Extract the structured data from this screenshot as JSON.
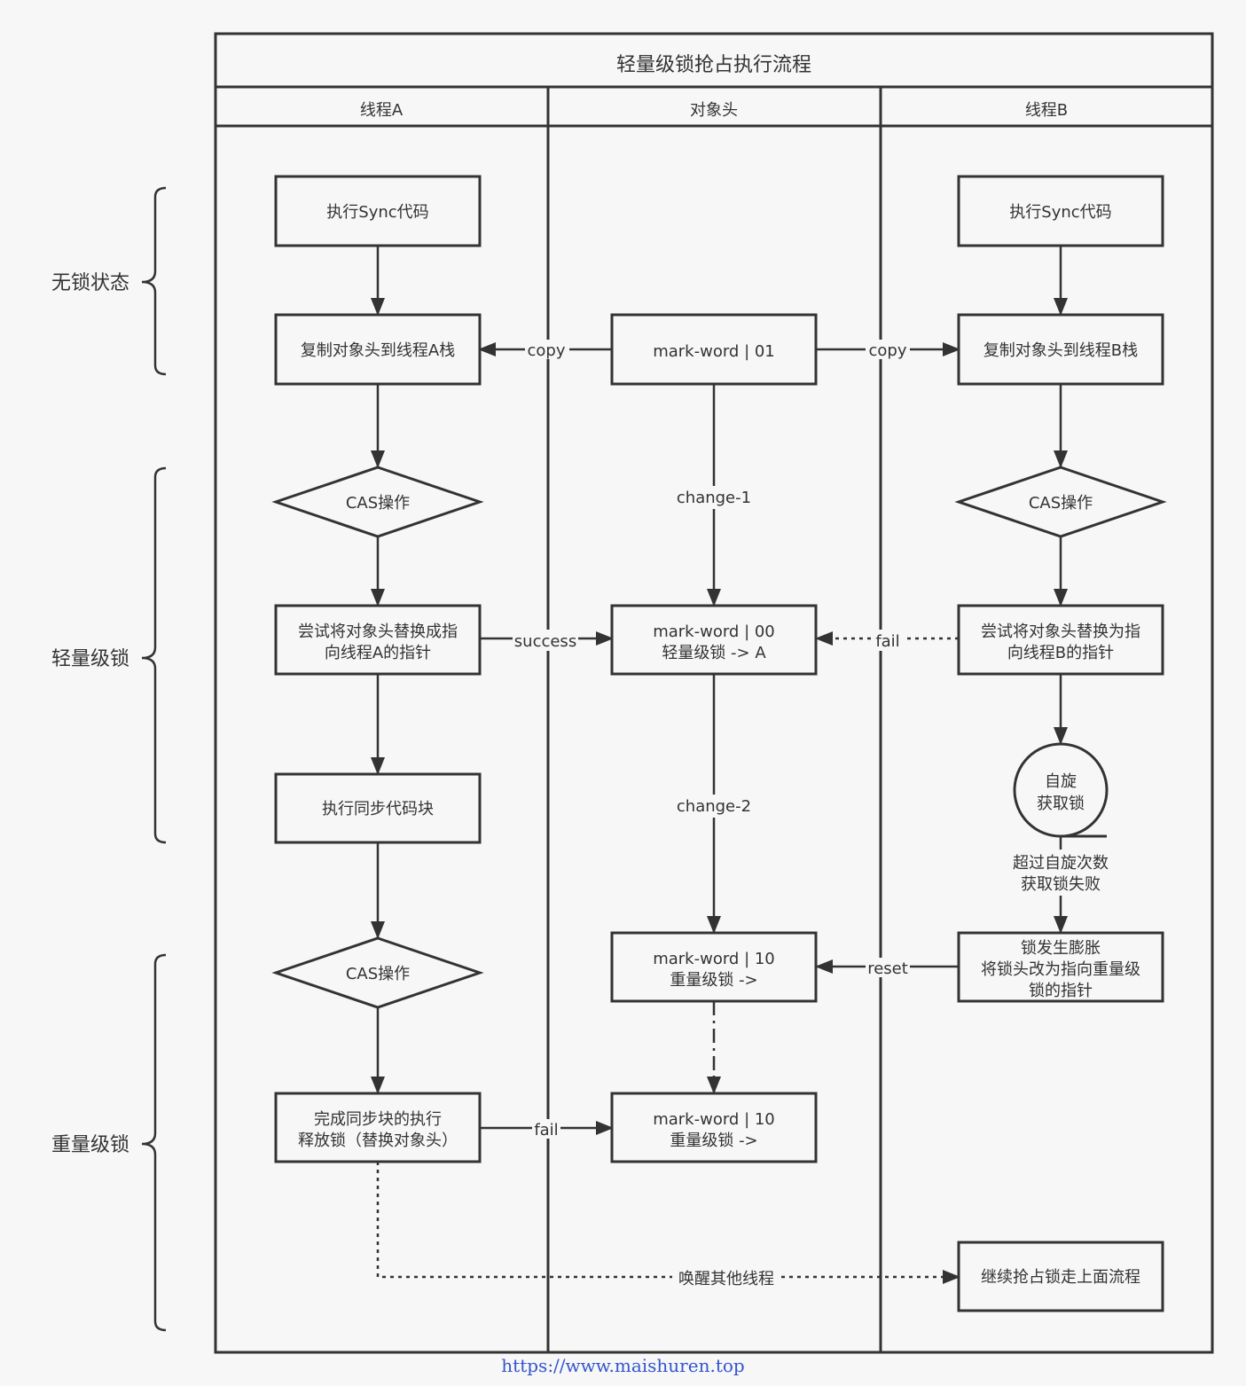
{
  "title": "轻量级锁抢占执行流程",
  "lanes": [
    "线程A",
    "对象头",
    "线程B"
  ],
  "phases": [
    "无锁状态",
    "轻量级锁",
    "重量级锁"
  ],
  "nodes": {
    "a_exec_sync": "执行Sync代码",
    "a_copy_header": "复制对象头到线程A栈",
    "a_cas_1": "CAS操作",
    "a_replace_1": "尝试将对象头替换成指",
    "a_replace_2": "向线程A的指针",
    "a_sync_block": "执行同步代码块",
    "a_cas_2": "CAS操作",
    "a_release_1": "完成同步块的执行",
    "a_release_2": "释放锁（替换对象头）",
    "mw01": "mark-word | 01",
    "mw00_1": "mark-word | 00",
    "mw00_2": "轻量级锁 -> A",
    "mw10a_1": "mark-word | 10",
    "mw10a_2": "重量级锁 ->",
    "mw10b_1": "mark-word | 10",
    "mw10b_2": "重量级锁 ->",
    "b_exec_sync": "执行Sync代码",
    "b_copy_header": "复制对象头到线程B栈",
    "b_cas": "CAS操作",
    "b_replace_1": "尝试将对象头替换为指",
    "b_replace_2": "向线程B的指针",
    "b_spin_1": "自旋",
    "b_spin_2": "获取锁",
    "b_inflate_1": "锁发生膨胀",
    "b_inflate_2": "将锁头改为指向重量级",
    "b_inflate_3": "锁的指针",
    "b_continue": "继续抢占锁走上面流程"
  },
  "edges": {
    "copy_a": "copy",
    "copy_b": "copy",
    "change_1": "change-1",
    "change_2": "change-2",
    "success": "success",
    "fail_b": "fail",
    "spin_fail_1": "超过自旋次数",
    "spin_fail_2": "获取锁失败",
    "reset": "reset",
    "fail_a": "fail",
    "wake": "唤醒其他线程"
  },
  "watermark": "https://www.maishuren.top"
}
